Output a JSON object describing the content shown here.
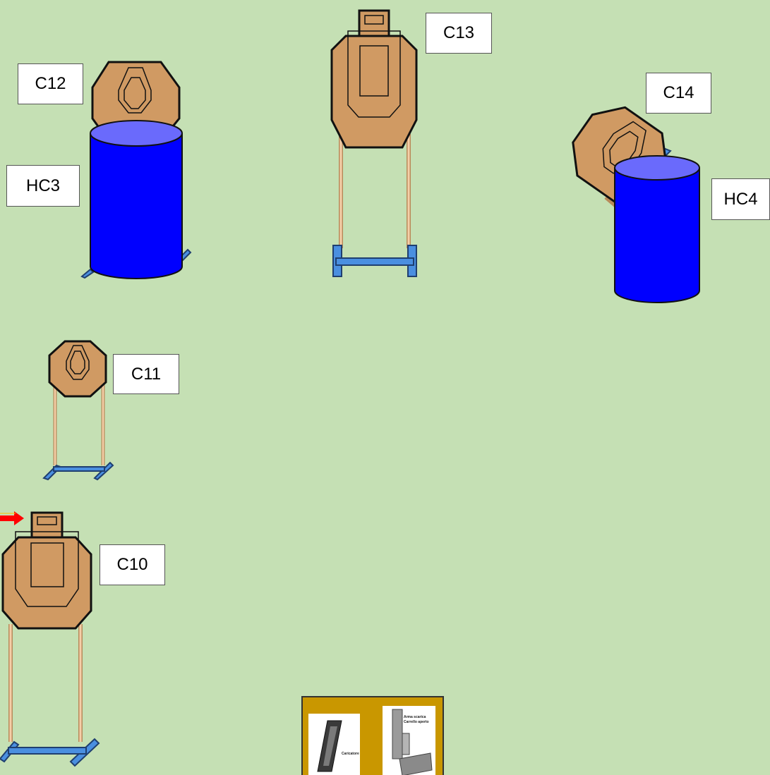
{
  "diagram": {
    "background_color": "#c5e0b4",
    "colors": {
      "target_fill": "#d09a63",
      "barrel_blue": "#0000ff",
      "barrel_top": "#6a6afc",
      "stand_blue": "#4a8fe0",
      "stand_pole": "#f4cfa8",
      "arrow_red": "#ff0000",
      "table_gold": "#c99700"
    },
    "labels": {
      "c10": "C10",
      "c11": "C11",
      "c12": "C12",
      "c13": "C13",
      "c14": "C14",
      "hc3": "HC3",
      "hc4": "HC4"
    },
    "start_table": {
      "magazine_caption": "Caricatore",
      "pistol_caption_line1": "Arma scarica",
      "pistol_caption_line2": "Carrello aperto",
      "icons": [
        "magazine-icon",
        "pistol-icon"
      ]
    },
    "pointer": {
      "icon": "arrow-right-icon"
    }
  }
}
